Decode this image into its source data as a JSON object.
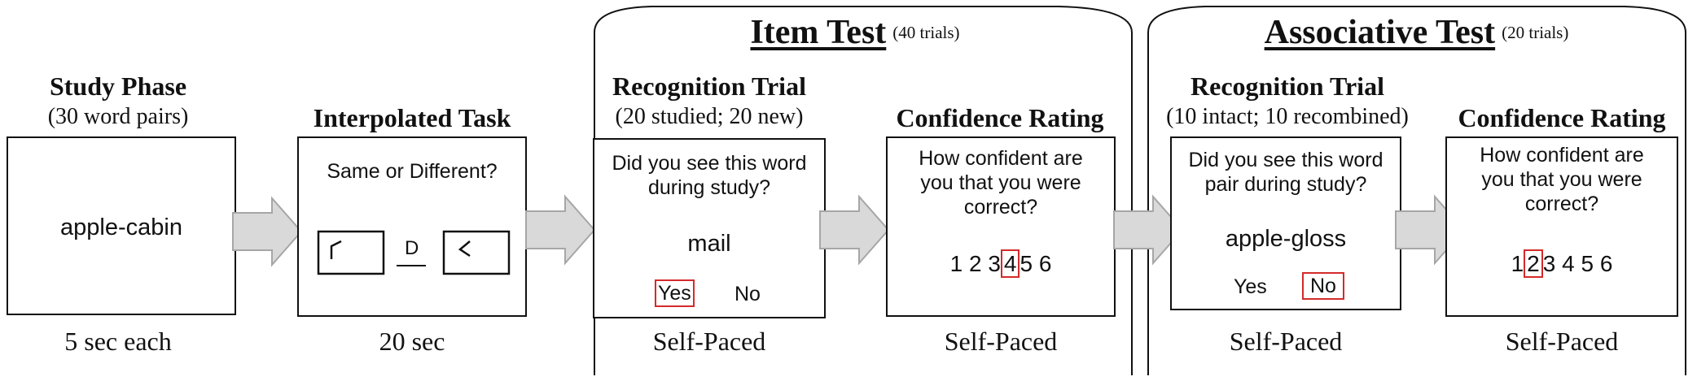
{
  "colors": {
    "text": "#111111",
    "arrow_fill": "#d9d9d9",
    "arrow_stroke": "#a6a6a6",
    "highlight": "#d42a2a"
  },
  "groups": {
    "item_test": {
      "title": "Item Test",
      "trials": "(40 trials)"
    },
    "assoc_test": {
      "title": "Associative Test",
      "trials": "(20 trials)"
    }
  },
  "study": {
    "heading": "Study Phase",
    "subheading": "(30 word pairs)",
    "word_pair": "apple-cabin",
    "caption": "5 sec each"
  },
  "interpolated": {
    "heading": "Interpolated Task",
    "prompt": "Same or Different?",
    "answer": "D",
    "caption": "20 sec"
  },
  "item_recognition": {
    "heading": "Recognition Trial",
    "subheading": "(20 studied; 20 new)",
    "prompt_line1": "Did you see this word",
    "prompt_line2": "during study?",
    "word": "mail",
    "yes": "Yes",
    "no": "No",
    "selected": "Yes",
    "caption": "Self-Paced"
  },
  "item_confidence": {
    "heading": "Confidence Rating",
    "prompt_line1": "How confident are",
    "prompt_line2": "you that you were",
    "prompt_line3": "correct?",
    "scale": [
      "1",
      "2",
      "3",
      "4",
      "5",
      "6"
    ],
    "selected": "4",
    "caption": "Self-Paced"
  },
  "assoc_recognition": {
    "heading": "Recognition Trial",
    "subheading": "(10 intact; 10 recombined)",
    "prompt_line1": "Did you see this word",
    "prompt_line2": "pair during study?",
    "word_pair": "apple-gloss",
    "yes": "Yes",
    "no": "No",
    "selected": "No",
    "caption": "Self-Paced"
  },
  "assoc_confidence": {
    "heading": "Confidence Rating",
    "prompt_line1": "How confident are",
    "prompt_line2": "you that you were",
    "prompt_line3": "correct?",
    "scale": [
      "1",
      "2",
      "3",
      "4",
      "5",
      "6"
    ],
    "selected": "2",
    "caption": "Self-Paced"
  }
}
